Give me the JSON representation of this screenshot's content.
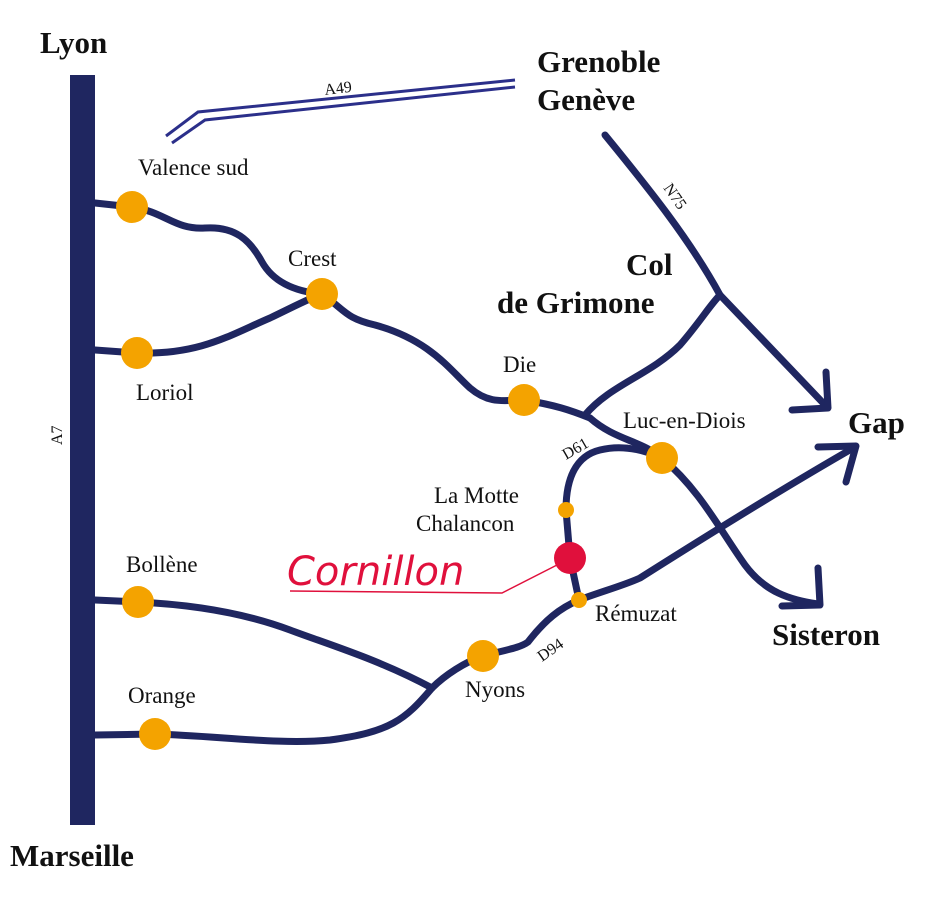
{
  "colors": {
    "road": "#1f2660",
    "city": "#f4a300",
    "highlight": "#e0103c"
  },
  "destinations": {
    "lyon": "Lyon",
    "marseille": "Marseille",
    "grenoble": "Grenoble",
    "geneve": "Genève",
    "gap": "Gap",
    "sisteron": "Sisteron",
    "col1": "Col",
    "col2": "de Grimone"
  },
  "roads": {
    "a7": "A7",
    "a49": "A49",
    "n75": "N75",
    "d61": "D61",
    "d94": "D94"
  },
  "towns": {
    "valence": "Valence sud",
    "loriol": "Loriol",
    "crest": "Crest",
    "die": "Die",
    "luc": "Luc-en-Diois",
    "lamotte1": "La Motte",
    "lamotte2": "Chalancon",
    "remuzat": "Rémuzat",
    "nyons": "Nyons",
    "bollene": "Bollène",
    "orange": "Orange"
  },
  "highlight": "Cornillon"
}
